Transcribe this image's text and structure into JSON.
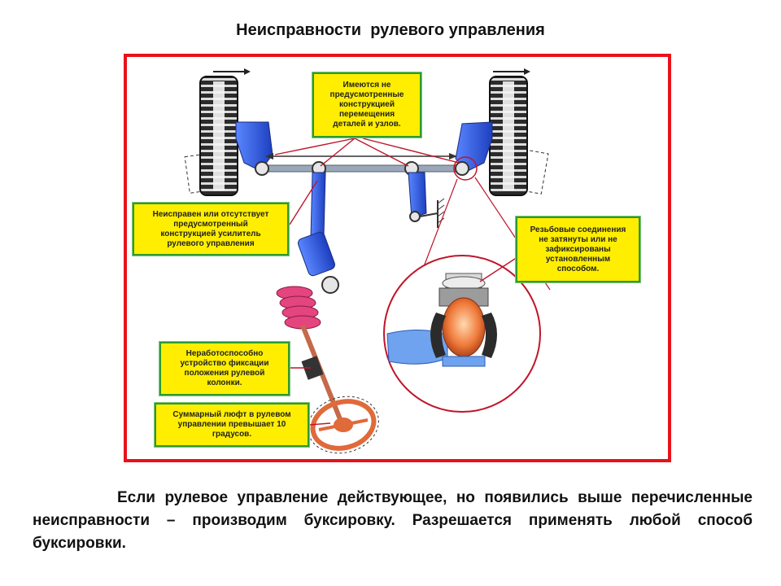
{
  "title": "Неисправности  рулевого управления",
  "callouts": {
    "top": "Имеются не\nпредусмотренные\nконструкцией\nперемещения\nдеталей и узлов.",
    "left_upper": "Неисправен или отсутствует\nпредусмотренный\nконструкцией усилитель\nрулевого управления",
    "right": "Резьбовые соединения\nне затянуты или не\nзафиксированы\nустановленным\nспособом.",
    "left_middle": "Неработоспособно\nустройство фиксации\nположения рулевой\nколонки.",
    "left_lower": "Суммарный люфт в рулевом\nуправлении превышает 10\nградусов."
  },
  "body_text": "Если рулевое управление действующее, но появились выше перечисленные неисправности – производим буксировку. Разрешается применять любой способ буксировки.",
  "colors": {
    "frame": "#e8121b",
    "callout_fill": "#ffee00",
    "callout_border": "#2e9a2e",
    "pointer": "#c0152a"
  }
}
